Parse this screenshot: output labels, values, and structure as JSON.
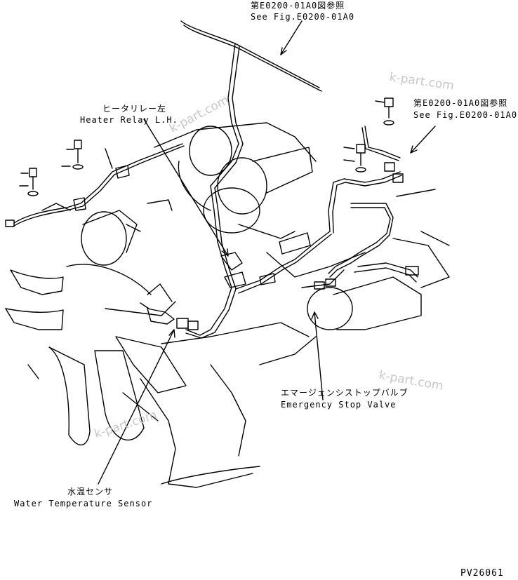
{
  "callouts": {
    "ref_top": {
      "ja": "第E0200-01A0図参照",
      "en": "See Fig.E0200-01A0"
    },
    "ref_right": {
      "ja": "第E0200-01A0図参照",
      "en": "See Fig.E0200-01A0"
    },
    "heater_relay": {
      "ja": "ヒータリレー左",
      "en": "Heater Relay L.H."
    },
    "emergency_stop": {
      "ja": "エマージェンシストップバルブ",
      "en": "Emergency Stop Valve"
    },
    "water_temp": {
      "ja": "水温センサ",
      "en": "Water Temperature Sensor"
    }
  },
  "watermark": "k-part.com",
  "drawing_number": "PV26061"
}
